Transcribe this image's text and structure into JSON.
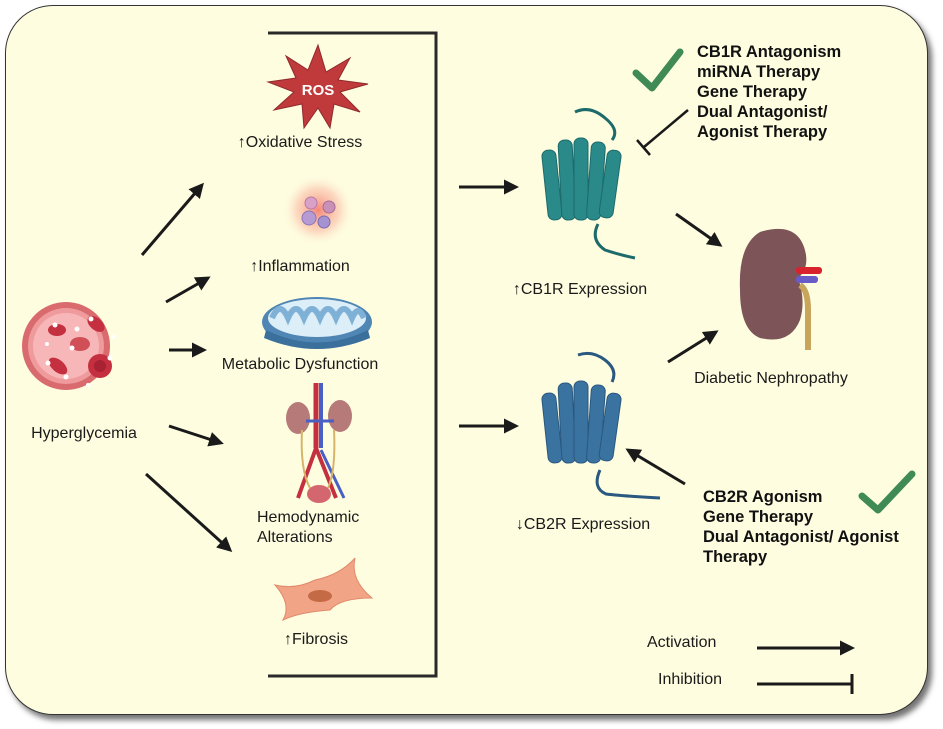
{
  "title": "Cannabinoid receptor signaling in diabetic nephropathy",
  "colors": {
    "background": "#fefde0",
    "cb1r": "#2a8a8a",
    "cb2r": "#3a73a0",
    "check": "#3f8a55",
    "ros": "#c0393b",
    "kidney": "#7d5558",
    "arrow": "#1a1a1a"
  },
  "source": {
    "label": "Hyperglycemia",
    "icon": "blood-vessel-cross-section-icon"
  },
  "effects": [
    {
      "label": "↑Oxidative Stress",
      "icon": "ros-starburst-icon",
      "icon_text": "ROS"
    },
    {
      "label": "↑Inflammation",
      "icon": "inflammatory-cells-icon"
    },
    {
      "label": "Metabolic Dysfunction",
      "icon": "mitochondrion-icon"
    },
    {
      "label_line1": "Hemodynamic",
      "label_line2": "Alterations",
      "icon": "renal-vasculature-icon"
    },
    {
      "label": "↑Fibrosis",
      "icon": "fibroblast-icon"
    }
  ],
  "receptors": {
    "cb1r": {
      "label": "↑CB1R Expression",
      "icon": "gpcr-receptor-icon"
    },
    "cb2r": {
      "label": "↓CB2R  Expression",
      "icon": "gpcr-receptor-icon"
    }
  },
  "outcome": {
    "label": "Diabetic Nephropathy",
    "icon": "kidney-icon"
  },
  "therapies": {
    "cb1r": [
      "CB1R Antagonism",
      "miRNA Therapy",
      "Gene Therapy",
      "Dual Antagonist/",
      "Agonist Therapy"
    ],
    "cb2r": [
      "CB2R Agonism",
      "Gene Therapy",
      "Dual Antagonist/ Agonist",
      "Therapy"
    ]
  },
  "legend": {
    "activation": "Activation",
    "inhibition": "Inhibition"
  }
}
